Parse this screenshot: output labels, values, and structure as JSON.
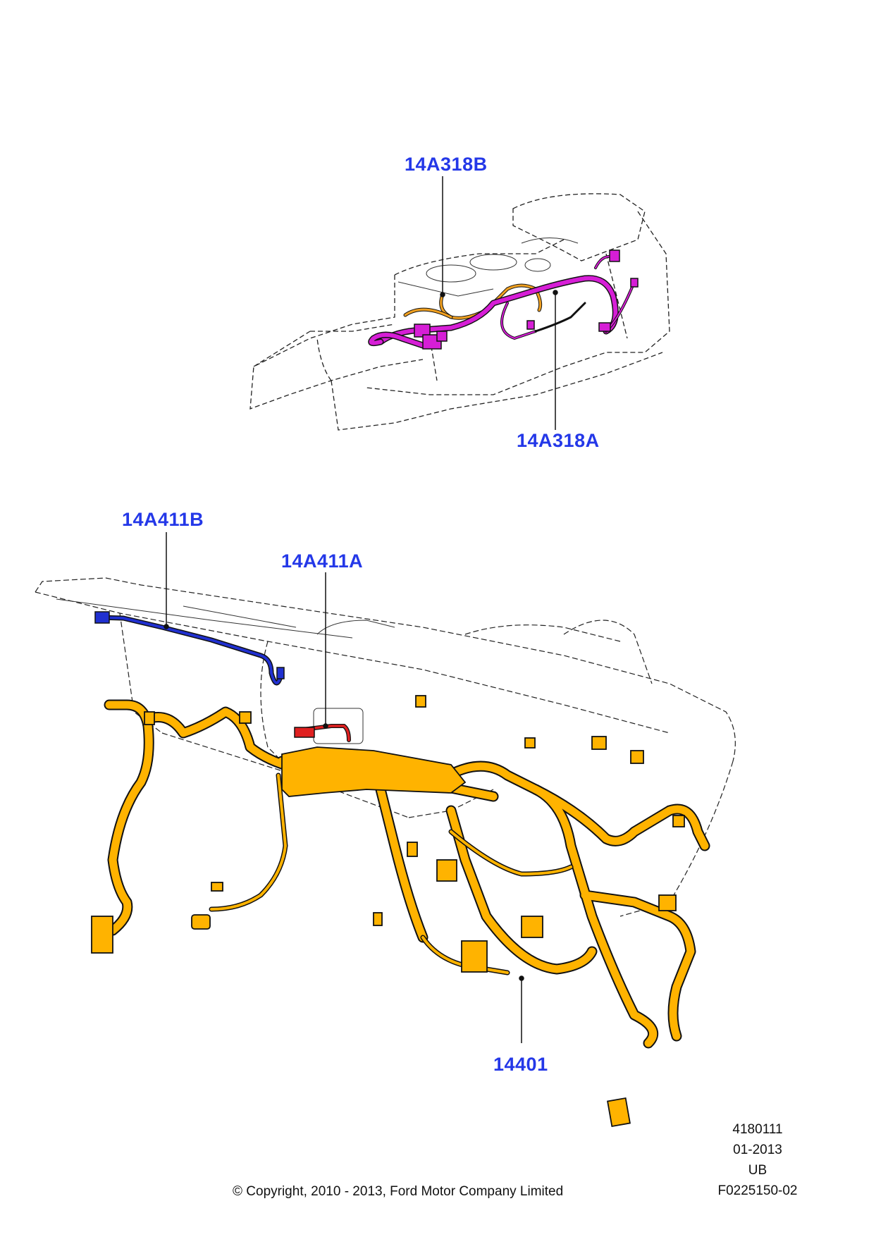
{
  "diagram": {
    "callouts": [
      {
        "id": "14A318B",
        "label": "14A318B",
        "color": "#2438e8",
        "part_color": "#f0a020"
      },
      {
        "id": "14A318A",
        "label": "14A318A",
        "color": "#2438e8",
        "part_color": "#d61ed6"
      },
      {
        "id": "14A411B",
        "label": "14A411B",
        "color": "#2438e8",
        "part_color": "#2030d0"
      },
      {
        "id": "14A411A",
        "label": "14A411A",
        "color": "#2438e8",
        "part_color": "#e02020"
      },
      {
        "id": "14401",
        "label": "14401",
        "color": "#2438e8",
        "part_color": "#ffb300"
      }
    ],
    "stamp": {
      "line1": "4180111",
      "line2": "01-2013",
      "line3": "UB",
      "line4": "F0225150-02"
    },
    "copyright": "© Copyright, 2010 - 2013, Ford Motor Company Limited"
  }
}
